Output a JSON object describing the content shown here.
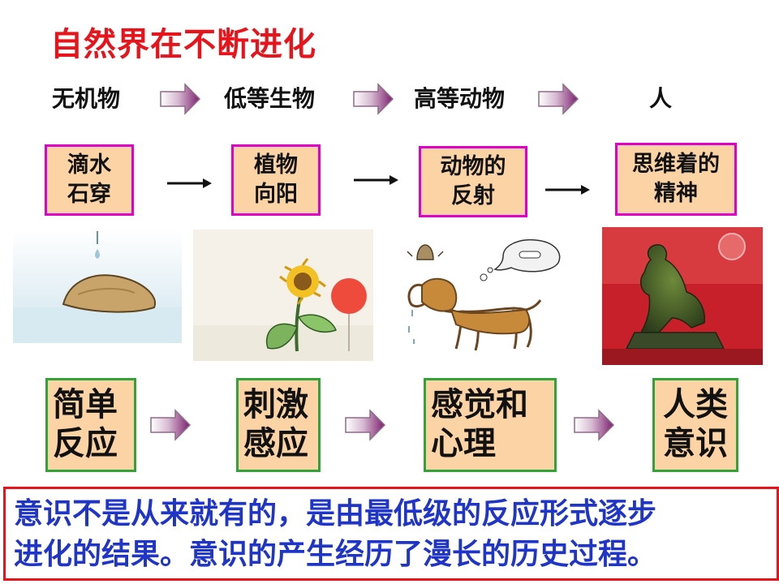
{
  "title": "自然界在不断进化",
  "stages": [
    "无机物",
    "低等生物",
    "高等动物",
    "人"
  ],
  "examples": [
    "滴水\n石穿",
    "植物\n向阳",
    "动物的\n反射",
    "思维着的\n精神"
  ],
  "responses": [
    "简单\n反应",
    "刺激\n感应",
    "感觉和\n心理",
    "人类\n意识"
  ],
  "conclusion": "意识不是从来就有的，是由最低级的反应形式逐步\n进化的结果。意识的产生经历了漫长的历史过程。",
  "colors": {
    "title": "#e8141c",
    "pink_border": "#e000cc",
    "green_border": "#31a33a",
    "box_fill": "#fcd3a4",
    "conclusion_text": "#1f35c8",
    "conclusion_border": "#e8141c",
    "arrow_light": "#ffffff",
    "arrow_dark": "#7b1f6e"
  },
  "icons": [
    "gradient-arrow-icon",
    "line-arrow-icon"
  ]
}
